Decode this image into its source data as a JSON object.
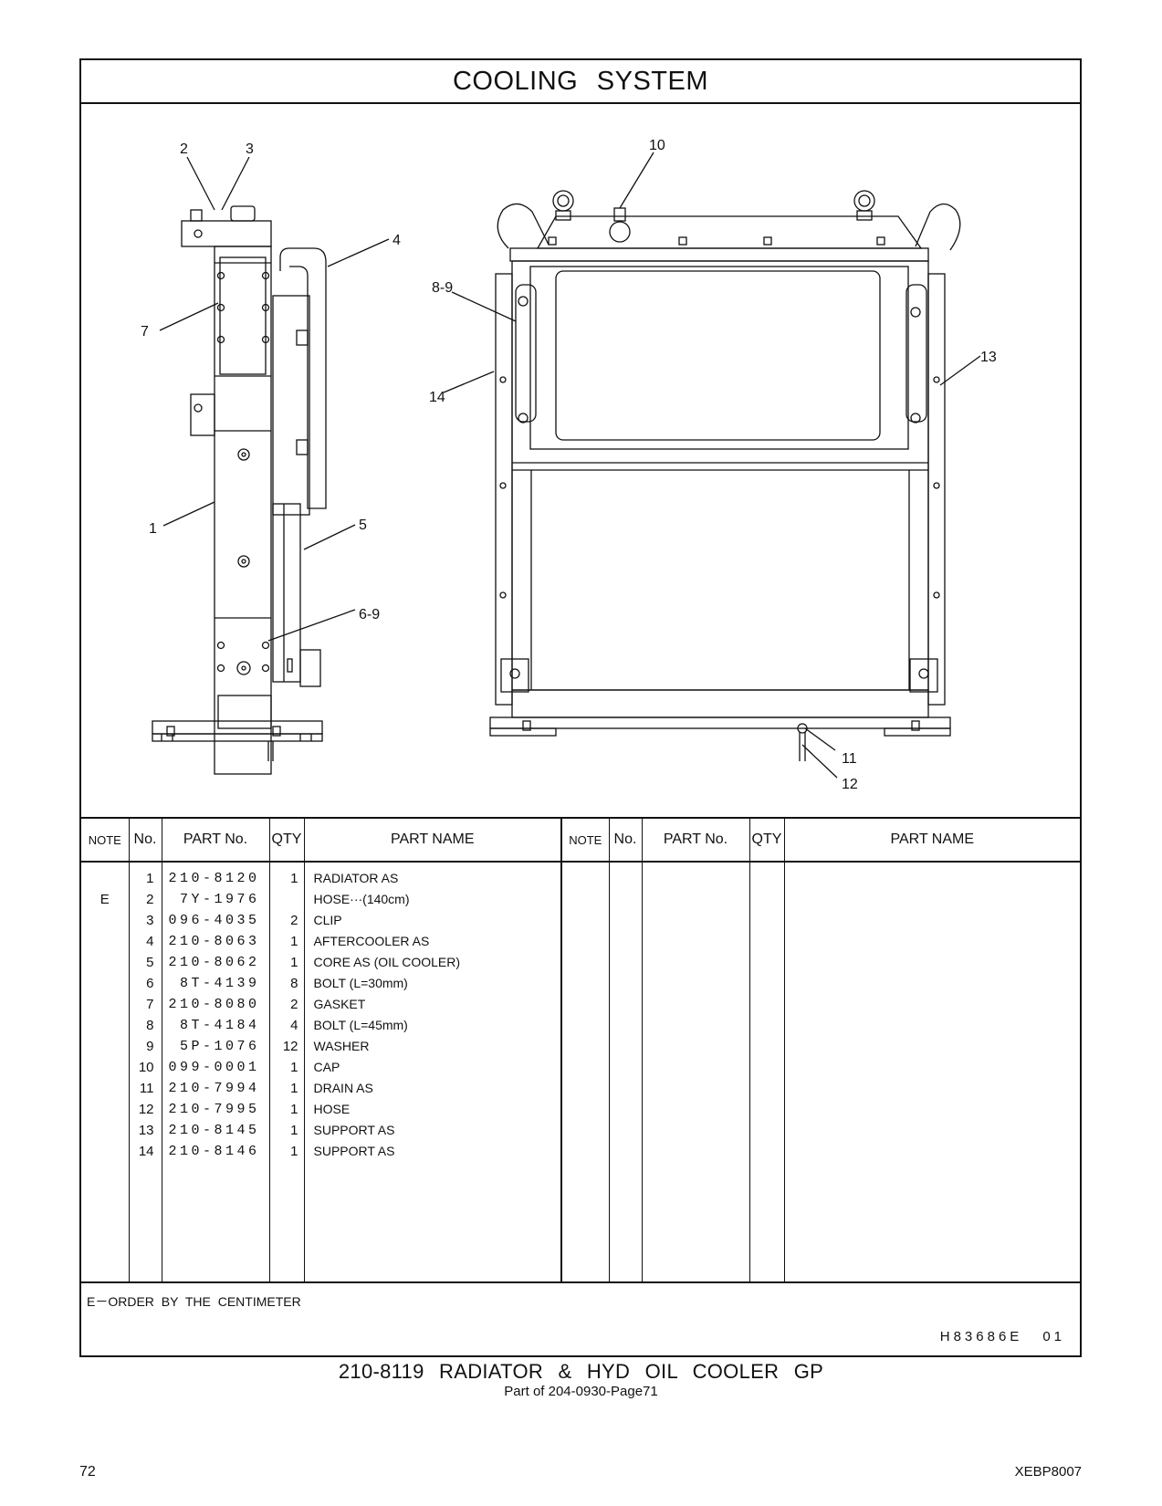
{
  "header": {
    "title": "COOLING   SYSTEM"
  },
  "callouts": {
    "c1": "1",
    "c2": "2",
    "c3": "3",
    "c4": "4",
    "c5": "5",
    "c6_9": "6-9",
    "c7": "7",
    "c8_9": "8-9",
    "c10": "10",
    "c11": "11",
    "c12": "12",
    "c13": "13",
    "c14": "14"
  },
  "table": {
    "headers": {
      "note": "NOTE",
      "no": "No.",
      "part_no": "PART No.",
      "qty": "QTY",
      "part_name": "PART NAME"
    },
    "rows": [
      {
        "note": "",
        "no": "1",
        "part_no": "210-8120",
        "qty": "1",
        "name": "RADIATOR  AS"
      },
      {
        "note": "E",
        "no": "2",
        "part_no": "7Y-1976",
        "qty": "",
        "name": "HOSE···(140cm)"
      },
      {
        "note": "",
        "no": "3",
        "part_no": "096-4035",
        "qty": "2",
        "name": "CLIP"
      },
      {
        "note": "",
        "no": "4",
        "part_no": "210-8063",
        "qty": "1",
        "name": "AFTERCOOLER  AS"
      },
      {
        "note": "",
        "no": "5",
        "part_no": "210-8062",
        "qty": "1",
        "name": "CORE  AS (OIL  COOLER)"
      },
      {
        "note": "",
        "no": "6",
        "part_no": "8T-4139",
        "qty": "8",
        "name": "BOLT (L=30mm)"
      },
      {
        "note": "",
        "no": "7",
        "part_no": "210-8080",
        "qty": "2",
        "name": "GASKET"
      },
      {
        "note": "",
        "no": "8",
        "part_no": "8T-4184",
        "qty": "4",
        "name": "BOLT (L=45mm)"
      },
      {
        "note": "",
        "no": "9",
        "part_no": "5P-1076",
        "qty": "12",
        "name": "WASHER"
      },
      {
        "note": "",
        "no": "10",
        "part_no": "099-0001",
        "qty": "1",
        "name": "CAP"
      },
      {
        "note": "",
        "no": "11",
        "part_no": "210-7994",
        "qty": "1",
        "name": "DRAIN  AS"
      },
      {
        "note": "",
        "no": "12",
        "part_no": "210-7995",
        "qty": "1",
        "name": "HOSE"
      },
      {
        "note": "",
        "no": "13",
        "part_no": "210-8145",
        "qty": "1",
        "name": "SUPPORT  AS"
      },
      {
        "note": "",
        "no": "14",
        "part_no": "210-8146",
        "qty": "1",
        "name": "SUPPORT  AS"
      }
    ]
  },
  "footer": {
    "footnote": "E－ORDER  BY  THE  CENTIMETER",
    "drawing_no": "H83686E",
    "revision": "01",
    "group_title": "210-8119  RADIATOR  &  HYD  OIL  COOLER  GP",
    "group_sub": "Part of 204-0930-Page71",
    "page_number": "72",
    "doc_code": "XEBP8007"
  }
}
